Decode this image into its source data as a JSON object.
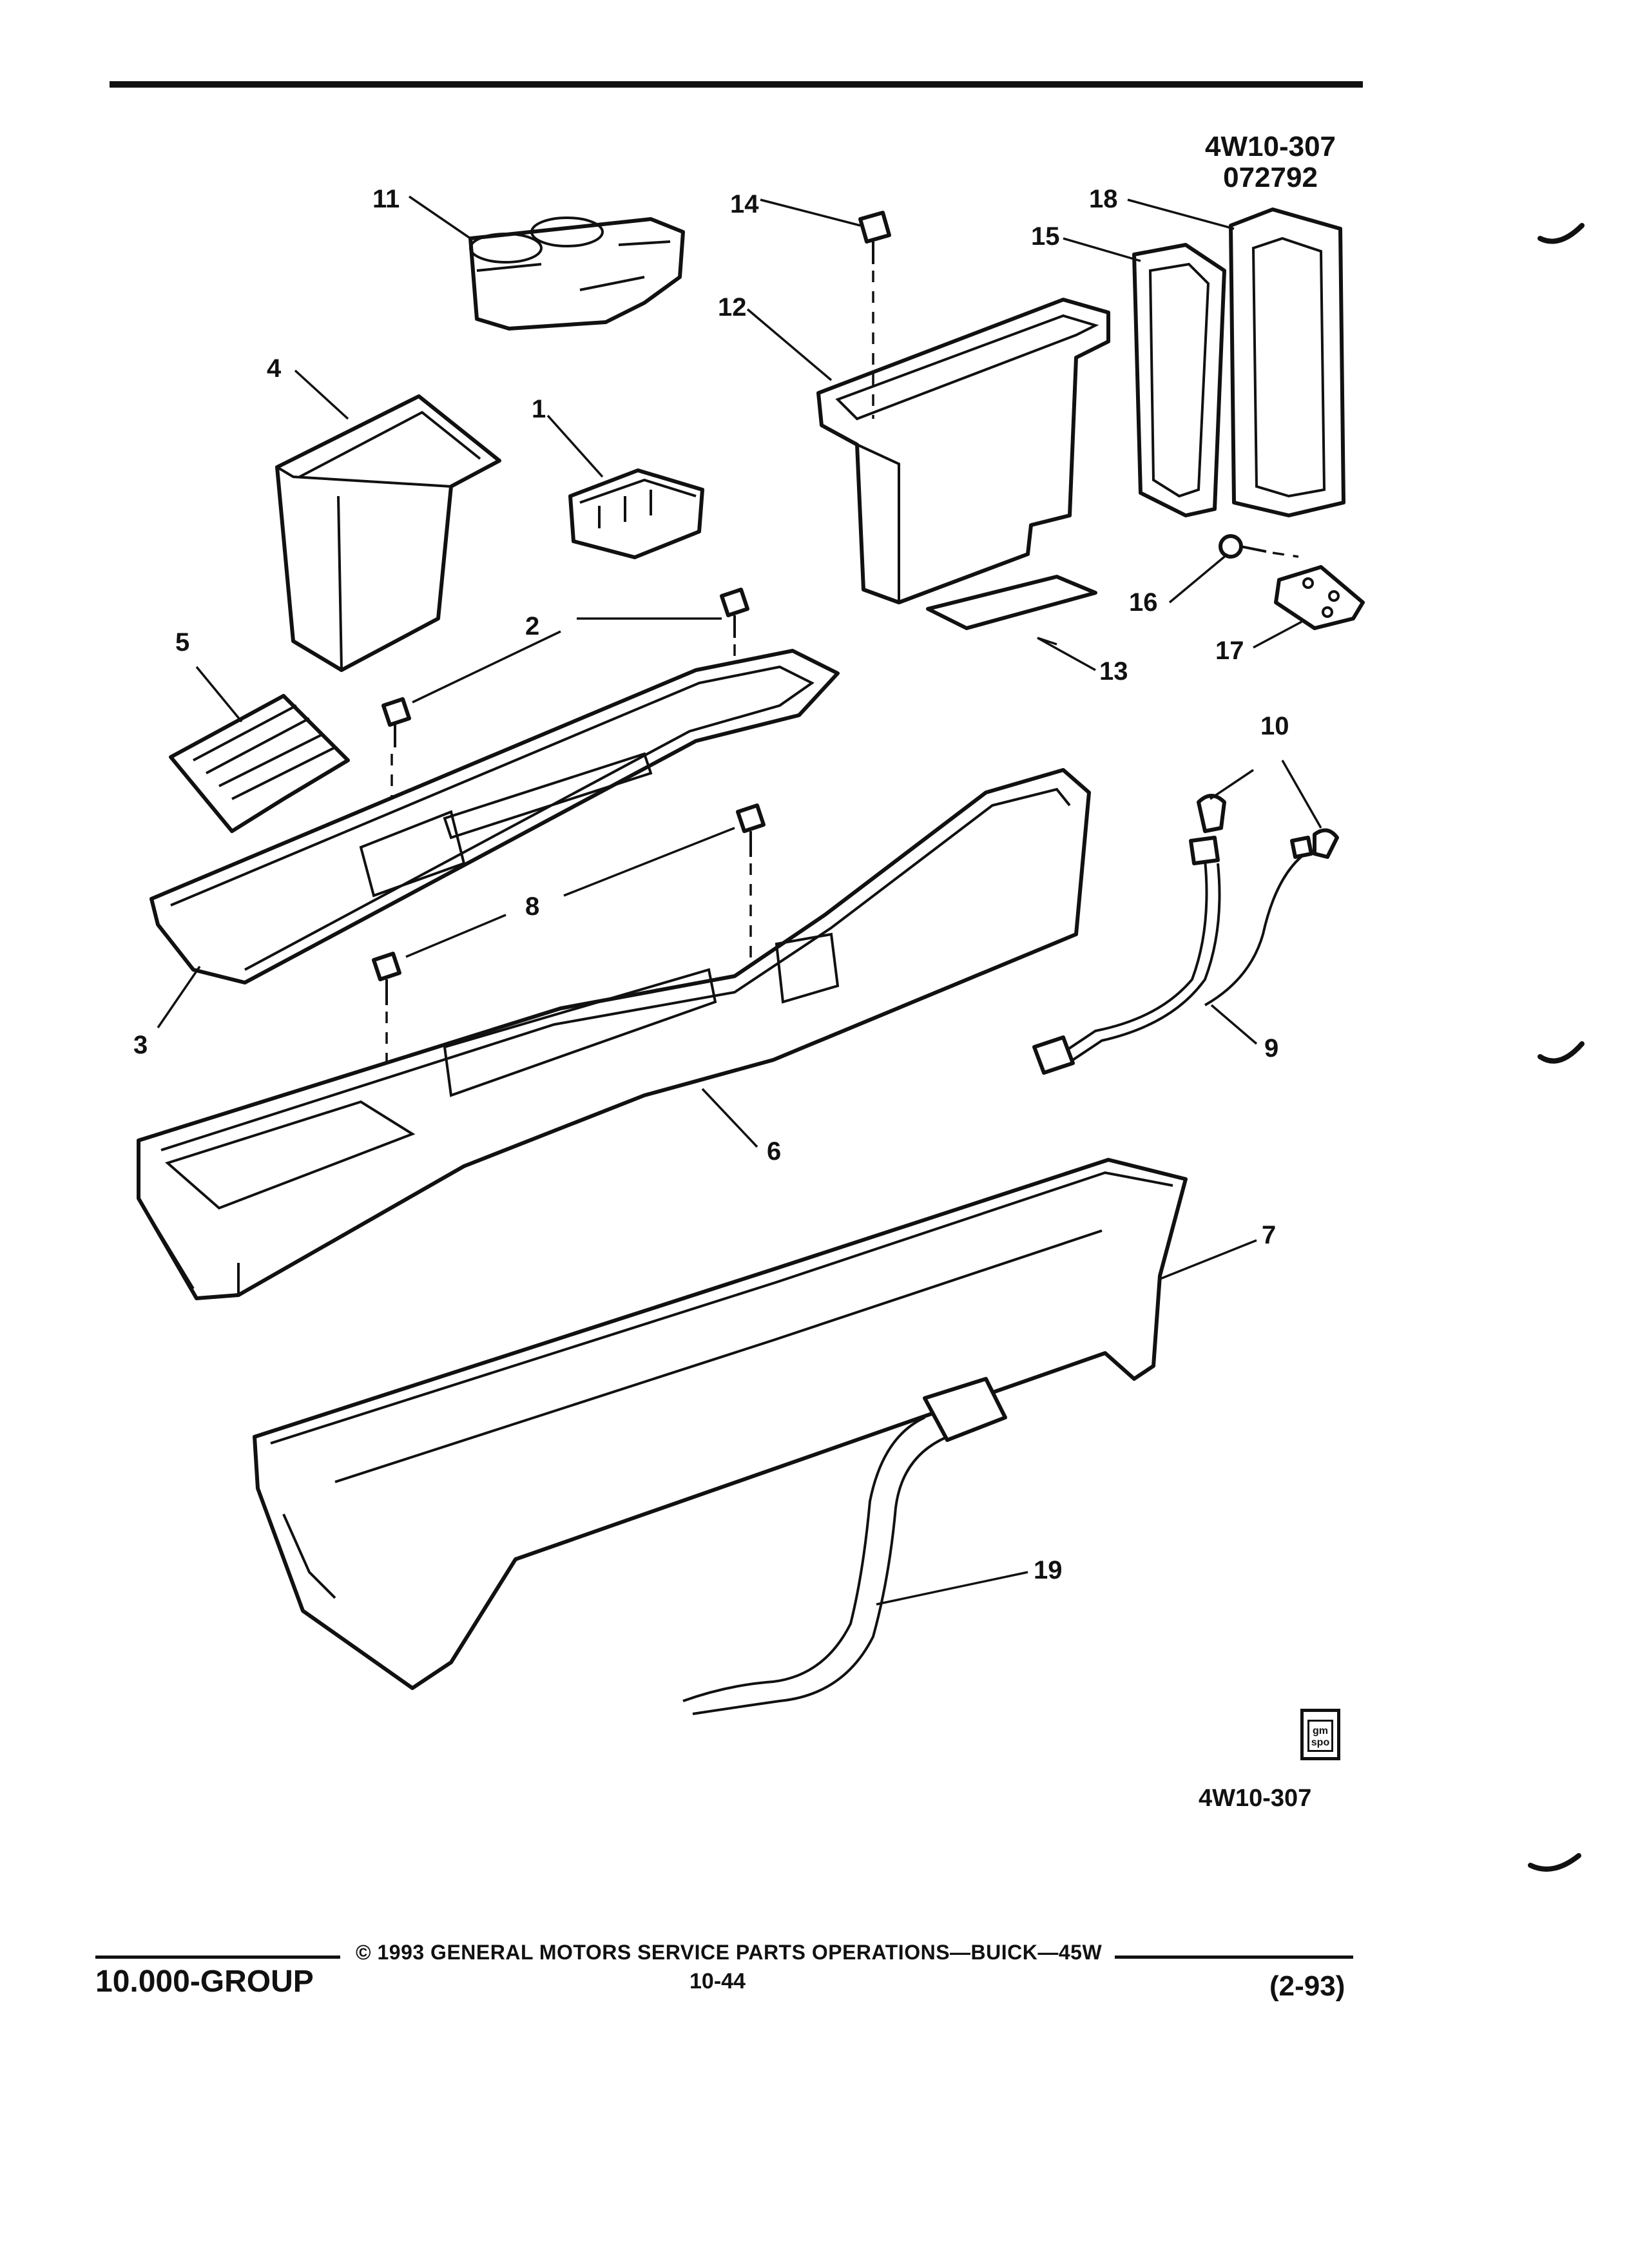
{
  "header": {
    "figure_code": "4W10-307",
    "figure_date": "072792"
  },
  "callouts": [
    {
      "id": "1",
      "label": "1"
    },
    {
      "id": "2",
      "label": "2"
    },
    {
      "id": "3",
      "label": "3"
    },
    {
      "id": "4",
      "label": "4"
    },
    {
      "id": "5",
      "label": "5"
    },
    {
      "id": "6",
      "label": "6"
    },
    {
      "id": "7",
      "label": "7"
    },
    {
      "id": "8",
      "label": "8"
    },
    {
      "id": "9",
      "label": "9"
    },
    {
      "id": "10",
      "label": "10"
    },
    {
      "id": "11",
      "label": "11"
    },
    {
      "id": "12",
      "label": "12"
    },
    {
      "id": "13",
      "label": "13"
    },
    {
      "id": "14",
      "label": "14"
    },
    {
      "id": "15",
      "label": "15"
    },
    {
      "id": "16",
      "label": "16"
    },
    {
      "id": "17",
      "label": "17"
    },
    {
      "id": "18",
      "label": "18"
    },
    {
      "id": "19",
      "label": "19"
    }
  ],
  "badge": {
    "line1": "gm",
    "line2": "spo",
    "code": "4W10-307"
  },
  "footer": {
    "group": "10.000-GROUP",
    "copyright": "© 1993 GENERAL MOTORS SERVICE PARTS OPERATIONS—BUICK—45W",
    "page": "10-44",
    "revision": "(2-93)"
  }
}
